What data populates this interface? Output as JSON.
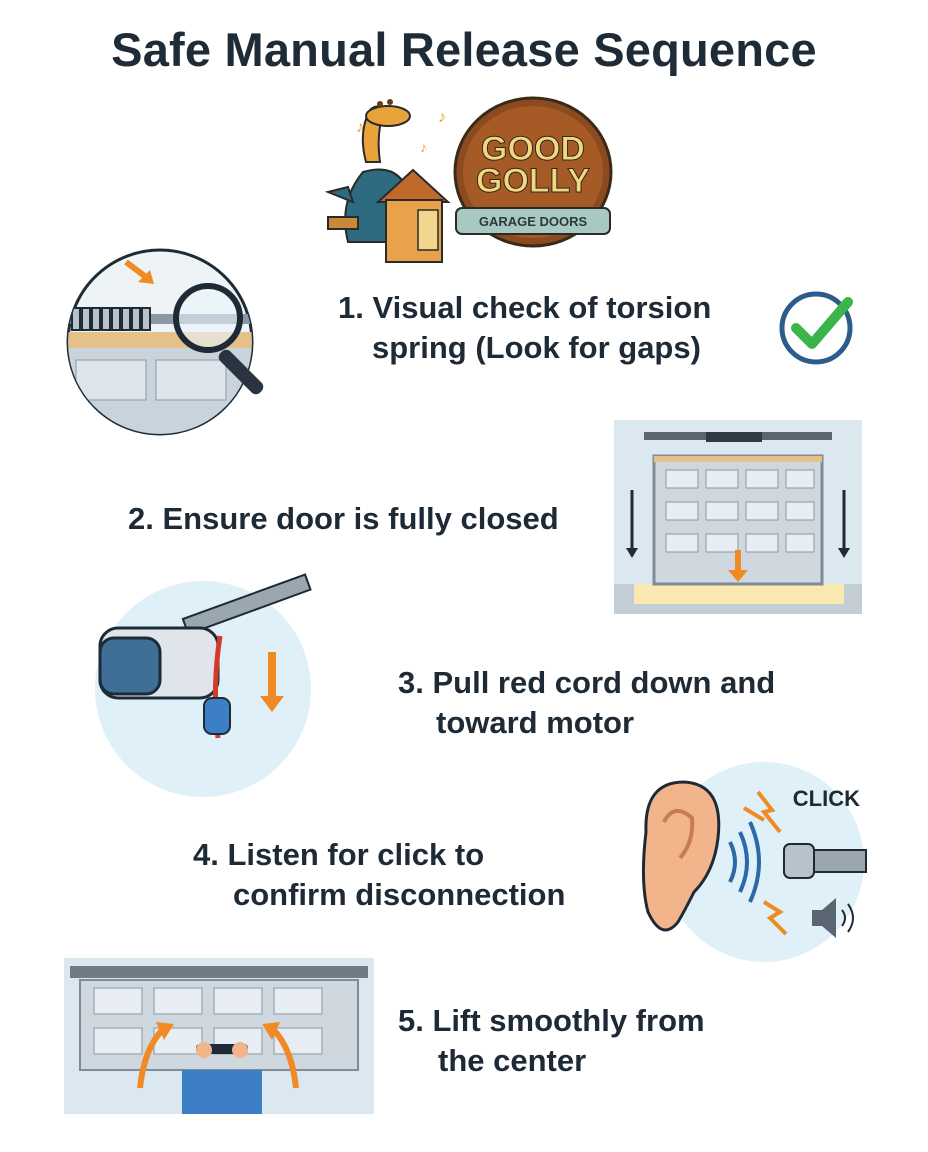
{
  "title": "Safe Manual Release Sequence",
  "logo": {
    "line1": "GOOD",
    "line2": "GOLLY",
    "line3": "GARAGE DOORS"
  },
  "steps": [
    {
      "line1": "1. Visual check of torsion",
      "line2": "spring (Look for gaps)"
    },
    {
      "line1": "2. Ensure door is fully closed"
    },
    {
      "line1": "3. Pull red cord down and",
      "line2": "toward motor"
    },
    {
      "line1": "4. Listen for click to",
      "line2": "confirm disconnection"
    },
    {
      "line1": "5. Lift smoothly from",
      "line2": "the center"
    }
  ],
  "click_label": "CLICK",
  "colors": {
    "accent": "#f08a24",
    "check": "#3bb54a",
    "circle_bg": "#dff0f8",
    "title": "#1f2b37",
    "logo_brown": "#8b4a1f"
  }
}
